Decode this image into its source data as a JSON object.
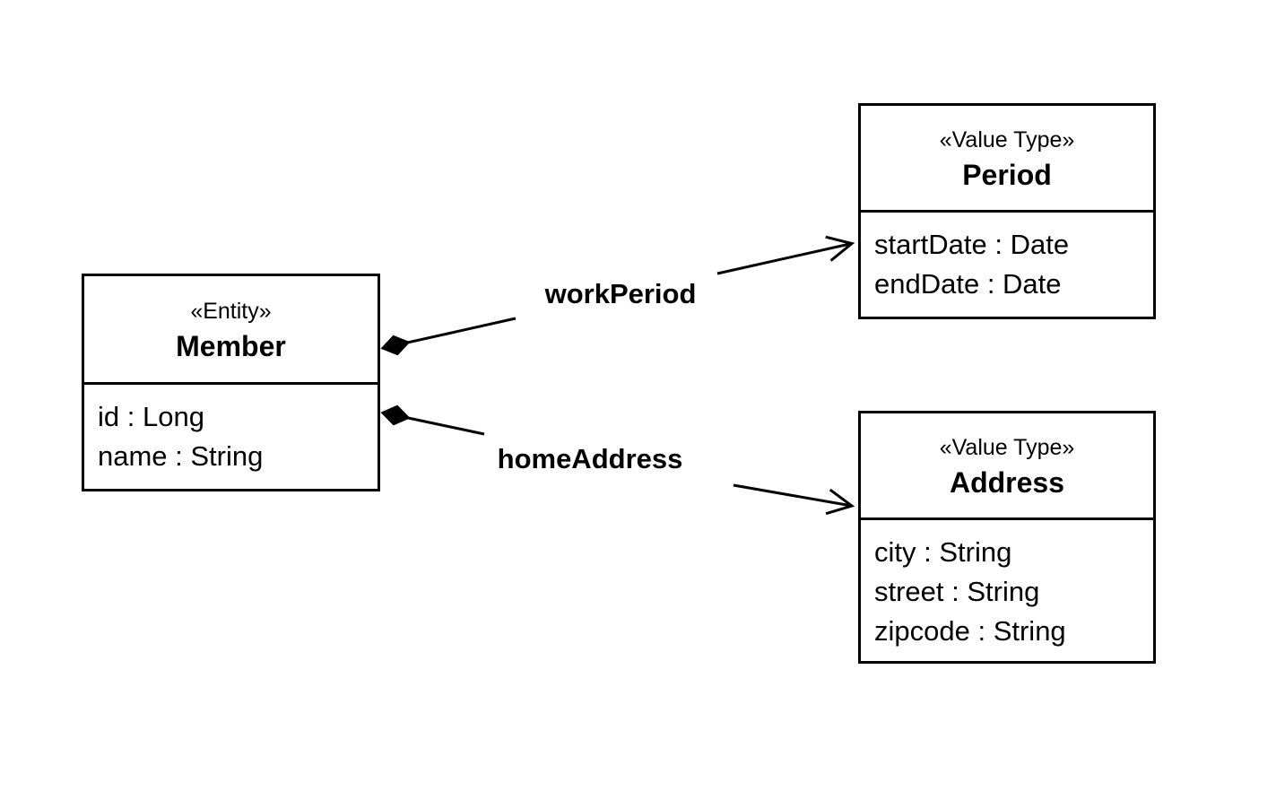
{
  "diagram": {
    "kind": "uml-class-diagram",
    "classes": [
      {
        "stereotype": "«Entity»",
        "name": "Member",
        "attributes": [
          "id : Long",
          "name : String"
        ]
      },
      {
        "stereotype": "«Value Type»",
        "name": "Period",
        "attributes": [
          "startDate : Date",
          "endDate : Date"
        ]
      },
      {
        "stereotype": "«Value Type»",
        "name": "Address",
        "attributes": [
          "city : String",
          "street : String",
          "zipcode : String"
        ]
      }
    ],
    "relations": [
      {
        "label": "workPeriod",
        "from": "Member",
        "to": "Period",
        "kind": "composition",
        "arrow": "open"
      },
      {
        "label": "homeAddress",
        "from": "Member",
        "to": "Address",
        "kind": "composition",
        "arrow": "open"
      }
    ]
  },
  "colors": {
    "line": "#000000",
    "text": "#000000",
    "background": "#ffffff"
  }
}
